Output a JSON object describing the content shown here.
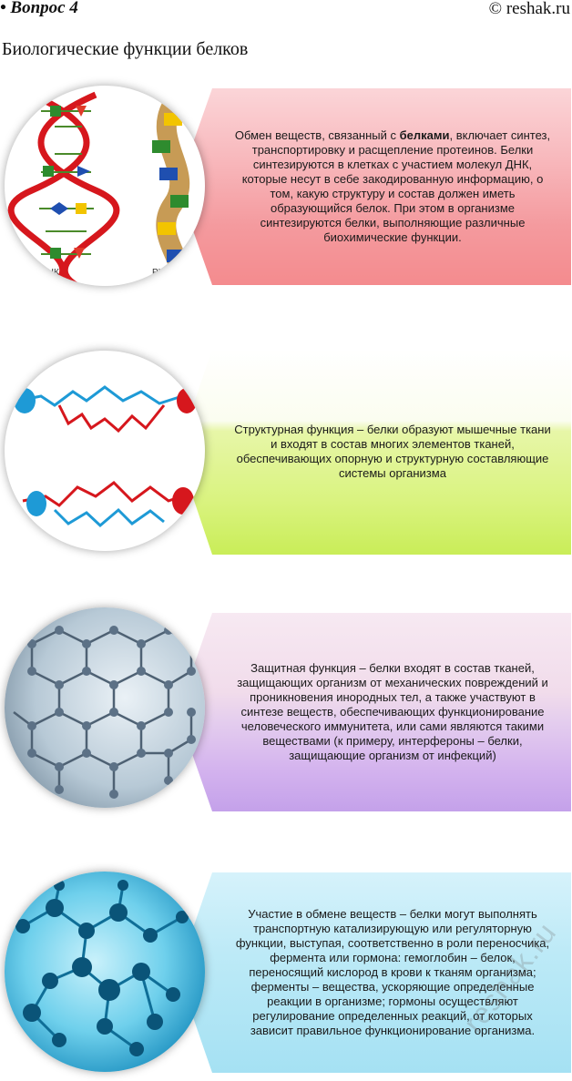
{
  "header": {
    "question": "• Вопрос 4",
    "source": "© reshak.ru"
  },
  "title": "Биологические функции белков",
  "cards": [
    {
      "image_icon": "dna-rna-icon",
      "image_labels": [
        "ДНК",
        "РН"
      ],
      "text_before": "Обмен веществ, связанный с ",
      "text_bold": "белками",
      "text_after": ", включает синтез, транспортировку и расщепление протеинов. Белки синтезируются в клетках с участием молекул ДНК, которые несут в себе закодированную информацию, о том, какую структуру и состав должен иметь образующийся белок. При этом в организме синтезируются белки, выполняющие различные биохимические функции."
    },
    {
      "image_icon": "protein-chain-icon",
      "text": "Структурная функция – белки образуют мышечные ткани и входят в состав многих элементов тканей, обеспечивающих опорную и структурную составляющие системы организма"
    },
    {
      "image_icon": "molecular-lattice-icon",
      "text": "Защитная функция – белки входят в состав тканей, защищающих организм от механических повреждений и проникновения инородных тел, а также участвуют в синтезе веществ, обеспечивающих функционирование человеческого иммунитета, или сами являются такими веществами (к примеру, интерфероны – белки, защищающие организм от инфекций)"
    },
    {
      "image_icon": "molecule-network-icon",
      "text": "Участие в обмене веществ – белки могут выполнять транспортную катализирующую или регуляторную функции, выступая, соответственно в роли переносчика, фермента или гормона: гемоглобин – белок, переносящий кислород в крови к тканям организма; ферменты – вещества, ускоряющие определенные реакции в организме; гормоны осуществляют регулирование определенных реакций, от которых зависит правильное функционирование организма."
    }
  ],
  "watermark": "reshak.ru"
}
